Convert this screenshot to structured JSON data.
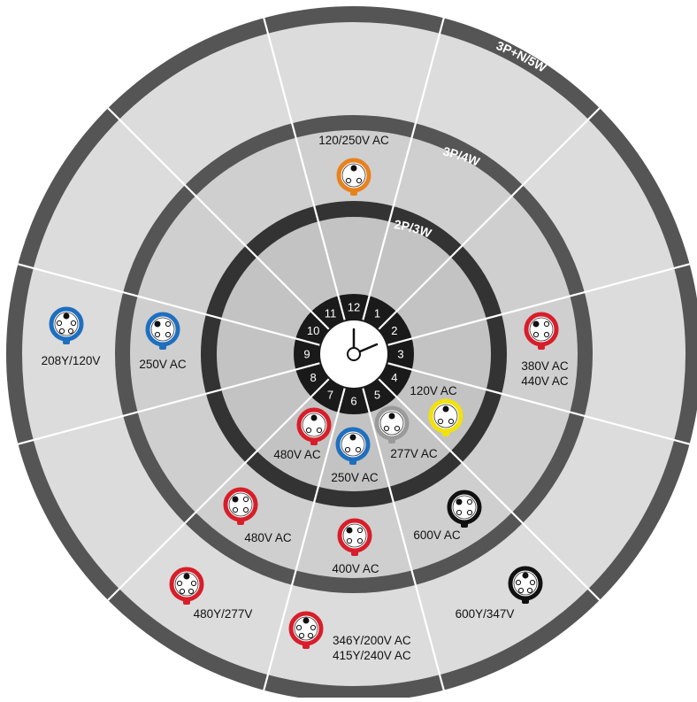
{
  "rings": {
    "outer": "3P+N/5W",
    "middle": "3P/4W",
    "inner": "2P/3W"
  },
  "clock_positions": [
    "1",
    "2",
    "3",
    "4",
    "5",
    "6",
    "7",
    "8",
    "9",
    "10",
    "11",
    "12"
  ],
  "connectors": [
    {
      "id": "c-120-250",
      "labels": [
        "120/250V AC"
      ],
      "color": "#e8821e",
      "pins": 3
    },
    {
      "id": "c-208y-120",
      "labels": [
        "208Y/120V"
      ],
      "color": "#1f6fbf",
      "pins": 5
    },
    {
      "id": "c-250-3p4w",
      "labels": [
        "250V AC"
      ],
      "color": "#1f6fbf",
      "pins": 4
    },
    {
      "id": "c-380-440",
      "labels": [
        "380V AC",
        "440V AC"
      ],
      "color": "#d81e2a",
      "pins": 4
    },
    {
      "id": "c-120-ac",
      "labels": [
        "120V AC"
      ],
      "color": "#f2e20b",
      "pins": 3
    },
    {
      "id": "c-277-ac",
      "labels": [
        "277V AC"
      ],
      "color": "#9a9a9a",
      "pins": 3
    },
    {
      "id": "c-250-2p3w",
      "labels": [
        "250V AC"
      ],
      "color": "#1f6fbf",
      "pins": 3
    },
    {
      "id": "c-480-2p3w",
      "labels": [
        "480V AC"
      ],
      "color": "#d81e2a",
      "pins": 3
    },
    {
      "id": "c-480-3p4w",
      "labels": [
        "480V AC"
      ],
      "color": "#d81e2a",
      "pins": 4
    },
    {
      "id": "c-400-ac",
      "labels": [
        "400V AC"
      ],
      "color": "#d81e2a",
      "pins": 4
    },
    {
      "id": "c-600-ac",
      "labels": [
        "600V AC"
      ],
      "color": "#111111",
      "pins": 4
    },
    {
      "id": "c-480y-277",
      "labels": [
        "480Y/277V"
      ],
      "color": "#d81e2a",
      "pins": 5
    },
    {
      "id": "c-346y-415y",
      "labels": [
        "346Y/200V AC",
        "415Y/240V AC"
      ],
      "color": "#d81e2a",
      "pins": 5
    },
    {
      "id": "c-600y-347",
      "labels": [
        "600Y/347V"
      ],
      "color": "#111111",
      "pins": 5
    }
  ]
}
